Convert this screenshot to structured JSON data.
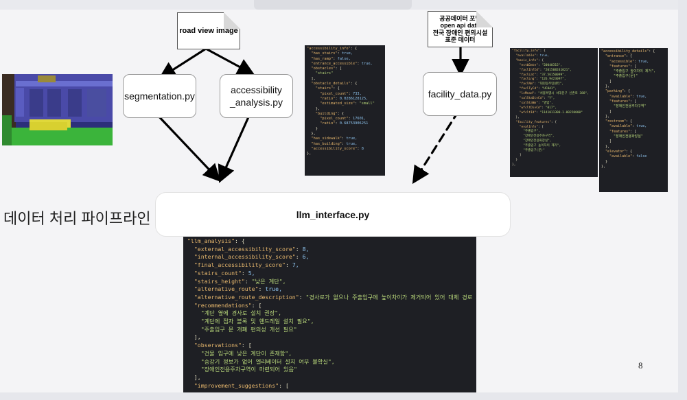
{
  "slide": {
    "title": "데이터 처리 파이프라인",
    "page_number": "8"
  },
  "notes": {
    "road_view": "road view image",
    "public_portal": [
      "공공데이터 포털",
      "open api data",
      "전국 장애인 편의시설",
      "표준 데이터"
    ]
  },
  "modules": {
    "segmentation": "segmentation.py",
    "accessibility": [
      "accessibility",
      "_analysis.py"
    ],
    "facility": "facility_data.py",
    "llm": "llm_interface.py"
  },
  "code_accessibility": [
    "\"accessibility_info\": {",
    "  \"has_stairs\": true,",
    "  \"has_ramp\": false,",
    "  \"entrance_accessible\": true,",
    "  \"obstacles\": [",
    "    \"stairs\"",
    "  ],",
    "  \"obstacle_details\": {",
    "    \"stairs\": {",
    "      \"pixel_count\": 733,",
    "      \"ratio\": 0.0286128125,",
    "      \"estimated_size\": \"small\"",
    "    },",
    "    \"building\": {",
    "      \"pixel_count\": 17601,",
    "      \"ratio\": 0.68753906251",
    "    }",
    "  },",
    "  \"has_sidewalk\": true,",
    "  \"has_building\": true,",
    "  \"accessibility_score\": 8",
    "},"
  ],
  "code_facility": [
    "\"facility_info\": {",
    "  \"available\": true,",
    "  \"basic_info\": {",
    "    \"estbDate\": \"20040315\",",
    "    \"faclInfId\": \"201508241021\",",
    "    \"faclLat\": \"37.56150099\",",
    "    \"faclLng\": \"126.9423097\",",
    "    \"faclNm\": \"대현동주민센터\",",
    "    \"faclTyCd\": \"UC0A1\",",
    "    \"lcMnad\": \"서울특별시 서대문구 신촌로 388\",",
    "    \"salStaDivCd\": \"Y\",",
    "    \"salStaNm\": \"영업\",",
    "    \"wfcltDivCd\": \"017\",",
    "    \"wfcltId\": \"1141011300-1-00220000\"",
    "  },",
    "  \"facility_features\": {",
    "    \"evalInfo\": [",
    "      \"주출입구\",",
    "      \"장애인전용주차구역\",",
    "      \"장애인전용화장실\",",
    "      \"주출입구 높이차이 제거\",",
    "      \"주출입구(문)\"",
    "    ]",
    "  }",
    "},"
  ],
  "code_details": [
    "\"accessibility_details\": {",
    "  \"entrance\": {",
    "    \"accessible\": true,",
    "    \"features\": [",
    "      \"주출입구 높이차이 제거\",",
    "      \"주출입구(문)\"",
    "    ]",
    "  },",
    "  \"parking\": {",
    "    \"available\": true,",
    "    \"features\": [",
    "      \"장애인전용주차구역\"",
    "    ]",
    "  },",
    "  \"restroom\": {",
    "    \"available\": true,",
    "    \"features\": [",
    "      \"장애인전용화장실\"",
    "    ]",
    "  },",
    "  \"elevator\": {",
    "    \"available\": false",
    "  }",
    "},"
  ],
  "code_llm": [
    "\"llm_analysis\": {",
    "  \"external_accessibility_score\": 8,",
    "  \"internal_accessibility_score\": 6,",
    "  \"final_accessibility_score\": 7,",
    "  \"stairs_count\": 5,",
    "  \"stairs_height\": \"낮은 계단\",",
    "  \"alternative_route\": true,",
    "  \"alternative_route_description\": \"경사로가 없으나 주출입구에 높이차이가 제거되어 있어 대체 경로 가능\",",
    "  \"recommendations\": [",
    "    \"계단 옆에 경사로 설치 권장\",",
    "    \"계단에 점자 블록 및 핸드레일 설치 필요\",",
    "    \"주출입구 문 개폐 편의성 개선 필요\"",
    "  ],",
    "  \"observations\": [",
    "    \"건물 입구에 낮은 계단이 존재함\",",
    "    \"승강기 정보가 없어 엘리베이터 설치 여부 불확실\",",
    "    \"장애인전용주차구역이 마련되어 있음\"",
    "  ],",
    "  \"improvement_suggestions\": ["
  ]
}
